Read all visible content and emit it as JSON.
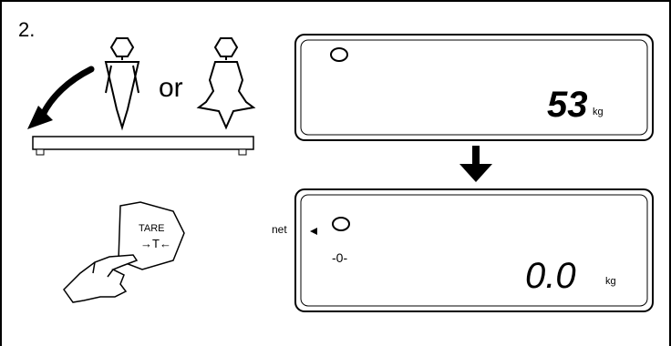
{
  "step": {
    "number": "2."
  },
  "illustration": {
    "or_text": "or",
    "tare_key_label": "TARE",
    "tare_key_symbol": "→T←"
  },
  "display_top": {
    "weight": "53",
    "unit": "kg"
  },
  "display_bottom": {
    "net_label": "net",
    "zero_label": "-0-",
    "weight": "0.0",
    "unit": "kg"
  }
}
